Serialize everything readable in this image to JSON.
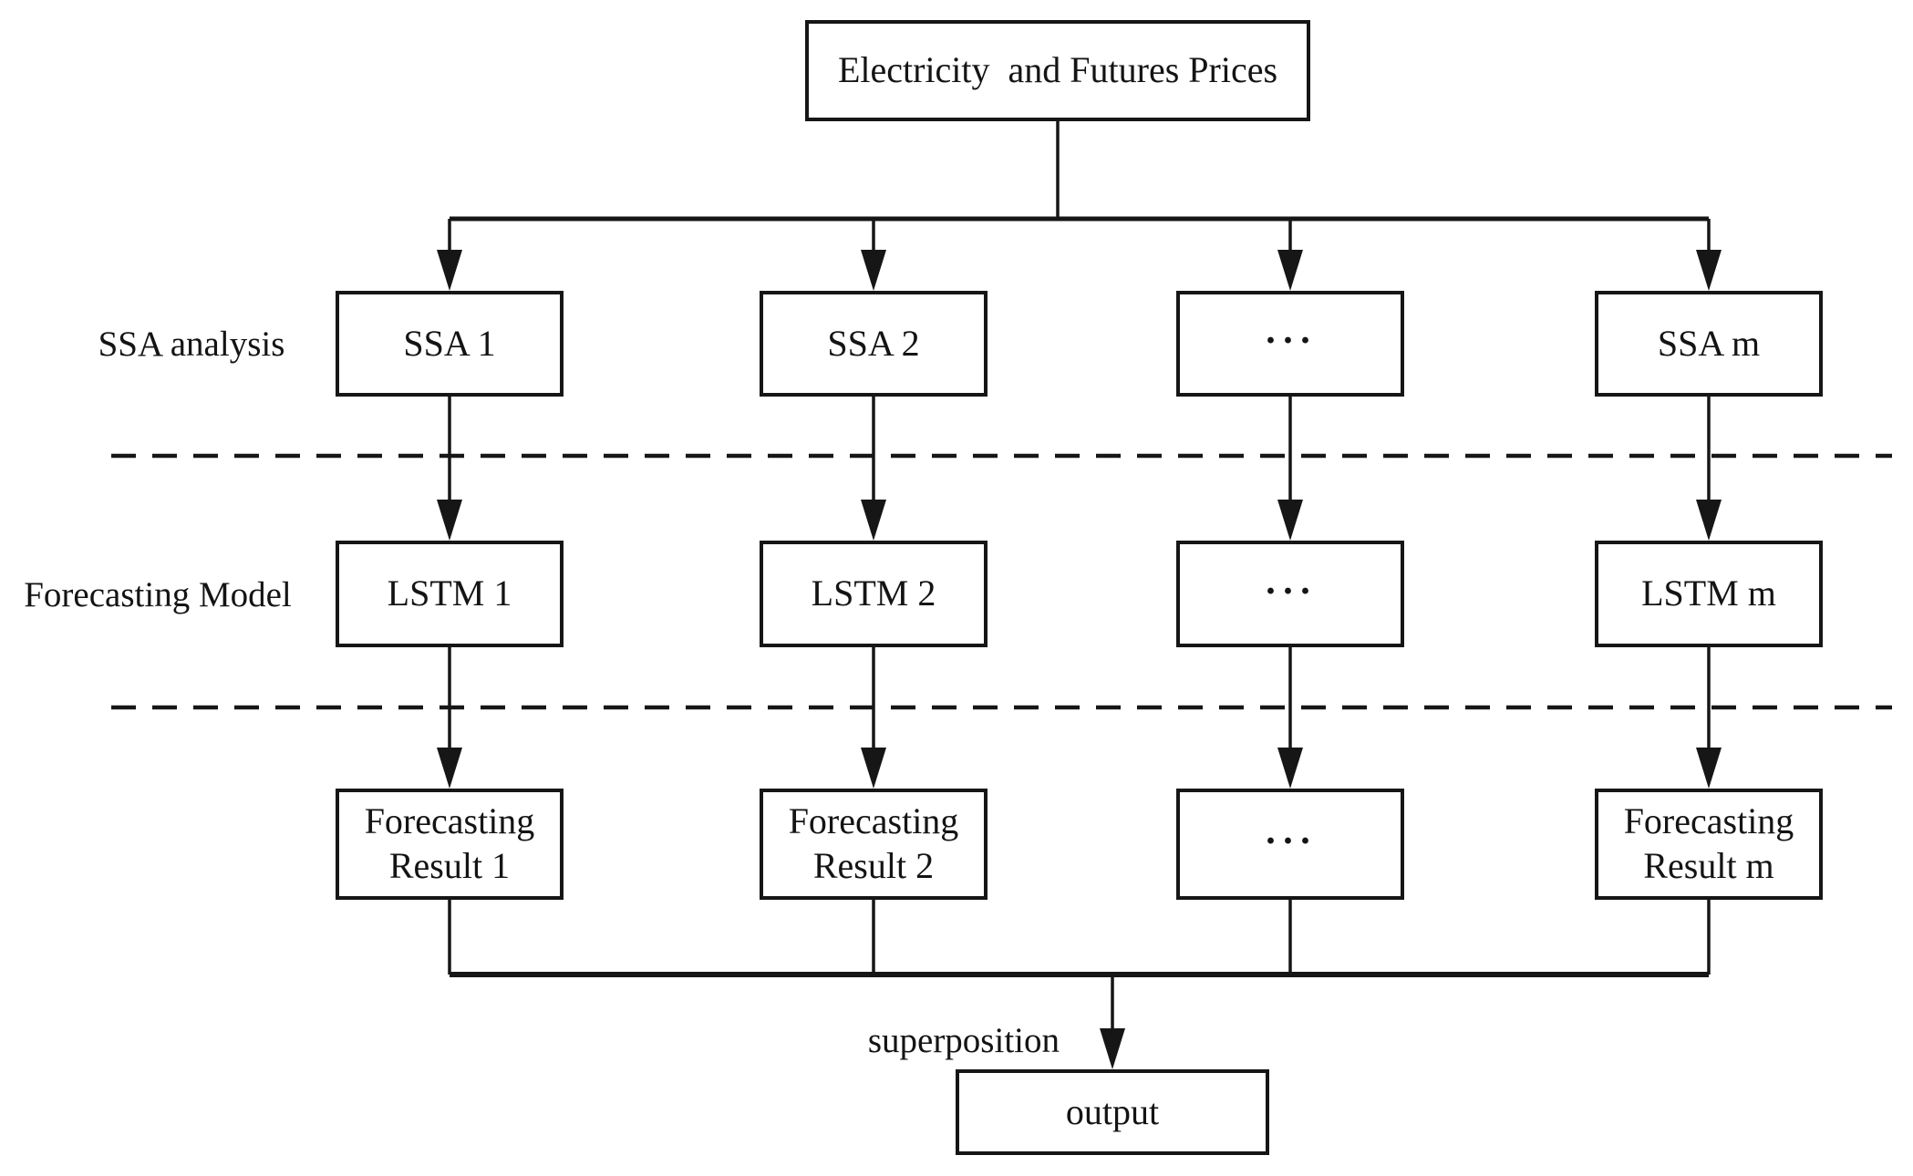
{
  "flowchart": {
    "input_label": "Electricity  and Futures Prices",
    "stage_rows": [
      {
        "side_label": "SSA analysis",
        "boxes": [
          "SSA 1",
          "SSA 2",
          "···",
          "SSA m"
        ]
      },
      {
        "side_label": "Forecasting Model",
        "boxes": [
          "LSTM 1",
          "LSTM 2",
          "···",
          "LSTM m"
        ]
      },
      {
        "side_label": "",
        "boxes": [
          "Forecasting Result 1",
          "Forecasting Result 2",
          "···",
          "Forecasting Result m"
        ]
      }
    ],
    "merge_label": "superposition",
    "output_label": "output",
    "colors": {
      "line": "#161616",
      "text": "#141414",
      "background": "#ffffff"
    }
  }
}
